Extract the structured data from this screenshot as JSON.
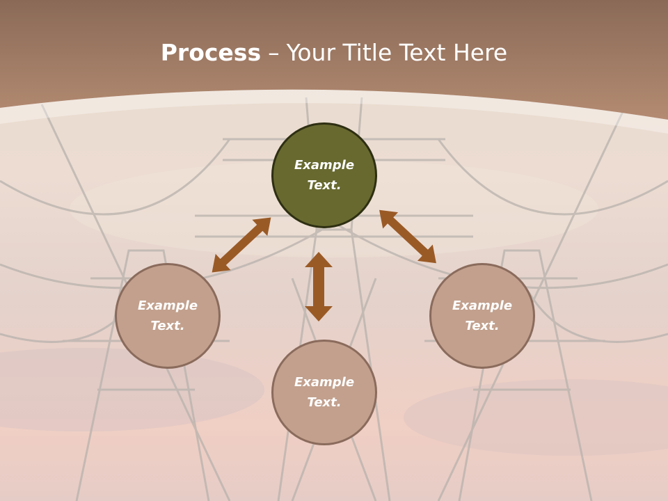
{
  "title": {
    "bold": "Process",
    "separator": "–",
    "rest": "Your Title Text Here"
  },
  "nodes": {
    "top": "Example Text.",
    "left": "Example Text.",
    "right": "Example Text.",
    "bottom": "Example Text."
  },
  "colors": {
    "header_band": "#a07a64",
    "center_node": "#67692f",
    "side_node": "#c2a08d",
    "arrow": "#9a5a26"
  }
}
